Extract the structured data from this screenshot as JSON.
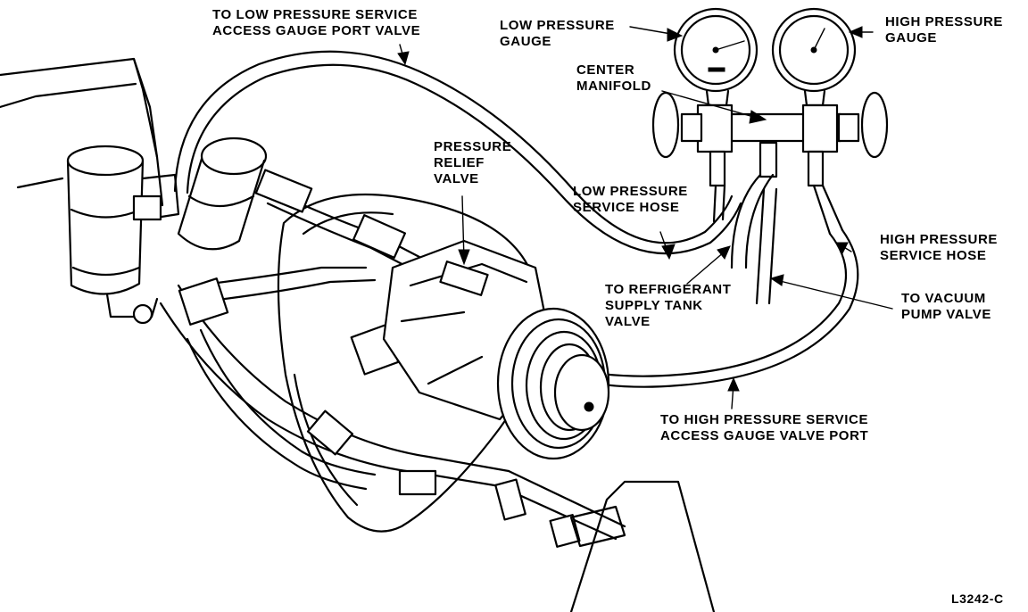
{
  "diagram": {
    "figure_id": "L3242-C",
    "labels": {
      "low_service_port": [
        "TO LOW PRESSURE SERVICE",
        "ACCESS GAUGE PORT VALVE"
      ],
      "low_gauge": [
        "LOW PRESSURE",
        "GAUGE"
      ],
      "high_gauge": [
        "HIGH PRESSURE",
        "GAUGE"
      ],
      "center_manifold": [
        "CENTER",
        "MANIFOLD"
      ],
      "pressure_relief": [
        "PRESSURE",
        "RELIEF",
        "VALVE"
      ],
      "low_service_hose": [
        "LOW PRESSURE",
        "SERVICE HOSE"
      ],
      "high_service_hose": [
        "HIGH PRESSURE",
        "SERVICE HOSE"
      ],
      "refrigerant_supply": [
        "TO REFRIGERANT",
        "SUPPLY TANK",
        "VALVE"
      ],
      "vacuum_pump": [
        "TO VACUUM",
        "PUMP VALVE"
      ],
      "high_service_port": [
        "TO HIGH PRESSURE SERVICE",
        "ACCESS GAUGE VALVE PORT"
      ]
    }
  }
}
